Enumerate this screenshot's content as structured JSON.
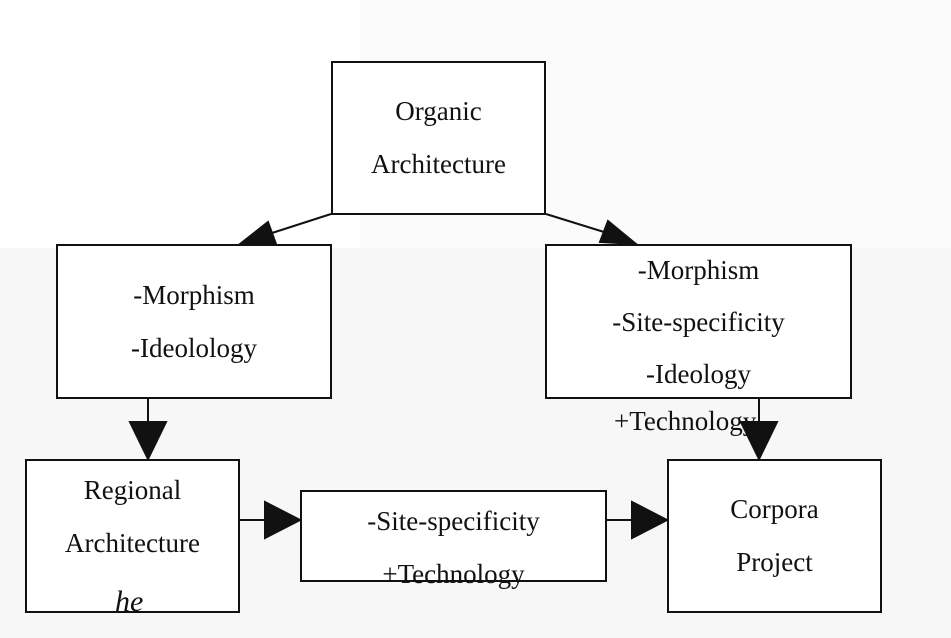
{
  "diagram": {
    "nodes": {
      "organic": {
        "lines": [
          "Organic",
          "Architecture"
        ]
      },
      "left_mid": {
        "lines": [
          "-Morphism",
          "-Ideolology"
        ]
      },
      "right_mid": {
        "lines": [
          "-Morphism",
          "-Site-specificity",
          "-Ideology"
        ]
      },
      "regional": {
        "lines": [
          "Regional",
          "Architecture"
        ]
      },
      "middle_bottom": {
        "lines": [
          "-Site-specificity",
          "+Technology"
        ]
      },
      "corpora": {
        "lines": [
          "Corpora",
          "Project"
        ]
      }
    },
    "labels": {
      "technology": "+Technology",
      "he": "he"
    },
    "edges": [
      {
        "from": "organic",
        "to": "left_mid"
      },
      {
        "from": "organic",
        "to": "right_mid"
      },
      {
        "from": "left_mid",
        "to": "regional"
      },
      {
        "from": "right_mid",
        "to": "corpora"
      },
      {
        "from": "regional",
        "to": "middle_bottom"
      },
      {
        "from": "middle_bottom",
        "to": "corpora"
      }
    ]
  }
}
